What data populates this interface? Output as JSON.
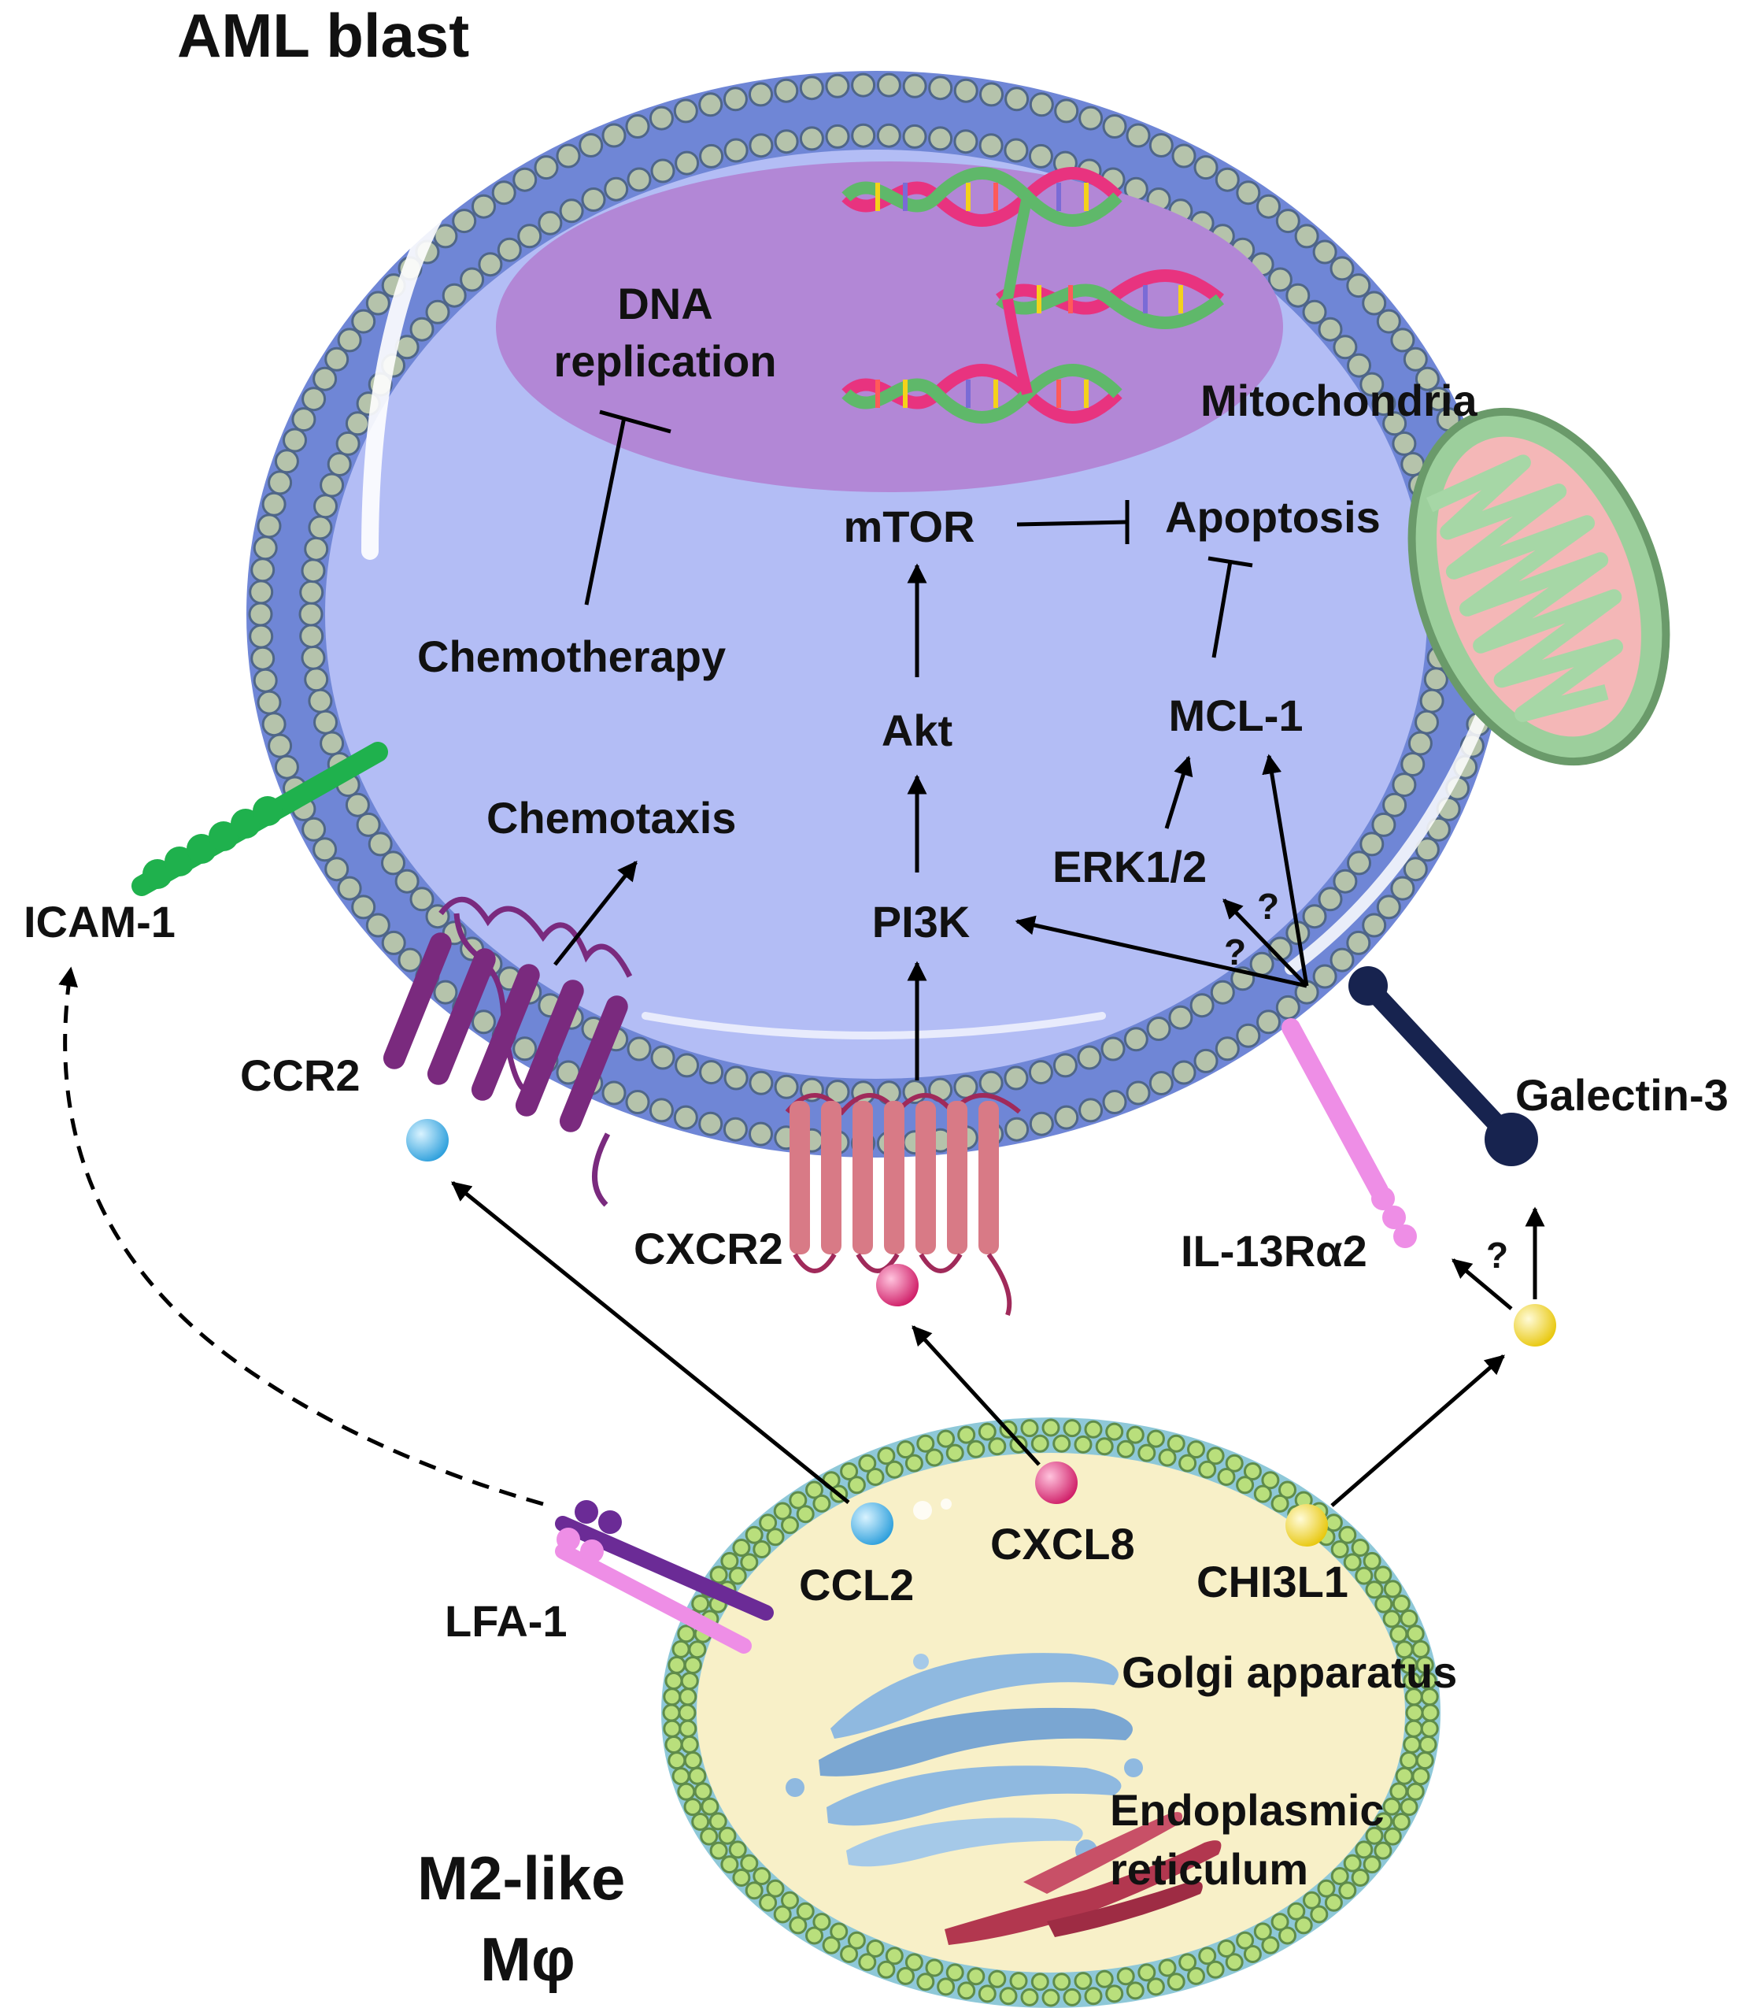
{
  "titles": {
    "cell_top": "AML blast",
    "cell_bottom_line1": "M2-like",
    "cell_bottom_line2": "Mφ"
  },
  "organelles": {
    "dna_line1": "DNA",
    "dna_line2": "replication",
    "mitochondria": "Mitochondria",
    "golgi": "Golgi apparatus",
    "er_line1": "Endoplasmic",
    "er_line2": "reticulum"
  },
  "pathway": {
    "mtor": "mTOR",
    "apoptosis": "Apoptosis",
    "chemotherapy": "Chemotherapy",
    "akt": "Akt",
    "mcl1": "MCL-1",
    "chemotaxis": "Chemotaxis",
    "erk": "ERK1/2",
    "pi3k": "PI3K",
    "unknown_mark": "?"
  },
  "receptors": {
    "icam1": "ICAM-1",
    "ccr2": "CCR2",
    "cxcr2": "CXCR2",
    "il13": "IL-13Rα2",
    "galectin3": "Galectin-3",
    "lfa1": "LFA-1"
  },
  "ligands": {
    "ccl2": "CCL2",
    "cxcl8": "CXCL8",
    "chi3l1": "CHI3L1"
  },
  "colors": {
    "aml_membrane": "#6f86d6",
    "aml_cytoplasm": "#b3bdf5",
    "lipid_head": "#b5c3ab",
    "nucleus": "#b287d6",
    "mac_membrane": "#8ec8d8",
    "mac_head": "#b9df7c",
    "mac_cytoplasm": "#f8f0c8",
    "ccr2": "#7a2a7e",
    "cxcr2": "#d87a86",
    "icam1": "#1fb14d",
    "galectin3": "#17234f",
    "il13": "#ee8ee6",
    "ccl2": "#37aee6",
    "cxcl8": "#d8246e",
    "chi3l1": "#f0d522",
    "lfa1_dark": "#6b2b96",
    "lfa1_light": "#ee8ee6"
  }
}
